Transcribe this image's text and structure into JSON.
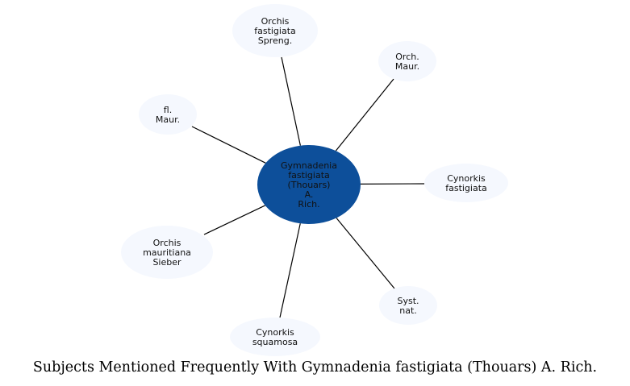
{
  "diagram": {
    "center": {
      "id": "center",
      "lines": [
        "Gymnadenia",
        "fastigiata",
        "(Thouars)",
        "A.",
        "Rich."
      ],
      "fill": "#0d4f9a"
    },
    "nodes": [
      {
        "id": "orchis-fastigiata-spreng",
        "lines": [
          "Orchis",
          "fastigiata",
          "Spreng."
        ]
      },
      {
        "id": "orch-maur",
        "lines": [
          "Orch.",
          "Maur."
        ]
      },
      {
        "id": "cynorkis-fastigiata",
        "lines": [
          "Cynorkis",
          "fastigiata"
        ]
      },
      {
        "id": "syst-nat",
        "lines": [
          "Syst.",
          "nat."
        ]
      },
      {
        "id": "cynorkis-squamosa",
        "lines": [
          "Cynorkis",
          "squamosa"
        ]
      },
      {
        "id": "orchis-mauritiana-sieber",
        "lines": [
          "Orchis",
          "mauritiana",
          "Sieber"
        ]
      },
      {
        "id": "fl-maur",
        "lines": [
          "fl.",
          "Maur."
        ]
      }
    ],
    "node_fill": "#f5f8fe",
    "edge_color": "#000000"
  },
  "caption": "Subjects Mentioned Frequently With Gymnadenia fastigiata (Thouars) A. Rich."
}
